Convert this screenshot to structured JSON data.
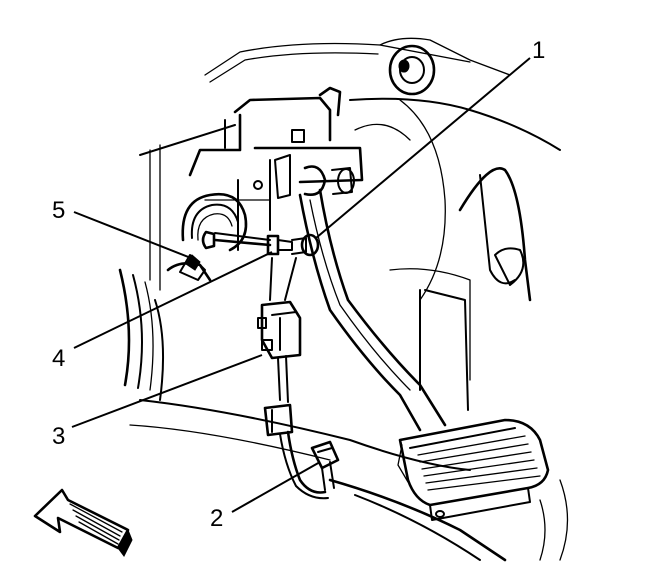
{
  "callouts": [
    {
      "id": "1",
      "label": "1"
    },
    {
      "id": "2",
      "label": "2"
    },
    {
      "id": "3",
      "label": "3"
    },
    {
      "id": "4",
      "label": "4"
    },
    {
      "id": "5",
      "label": "5"
    }
  ]
}
